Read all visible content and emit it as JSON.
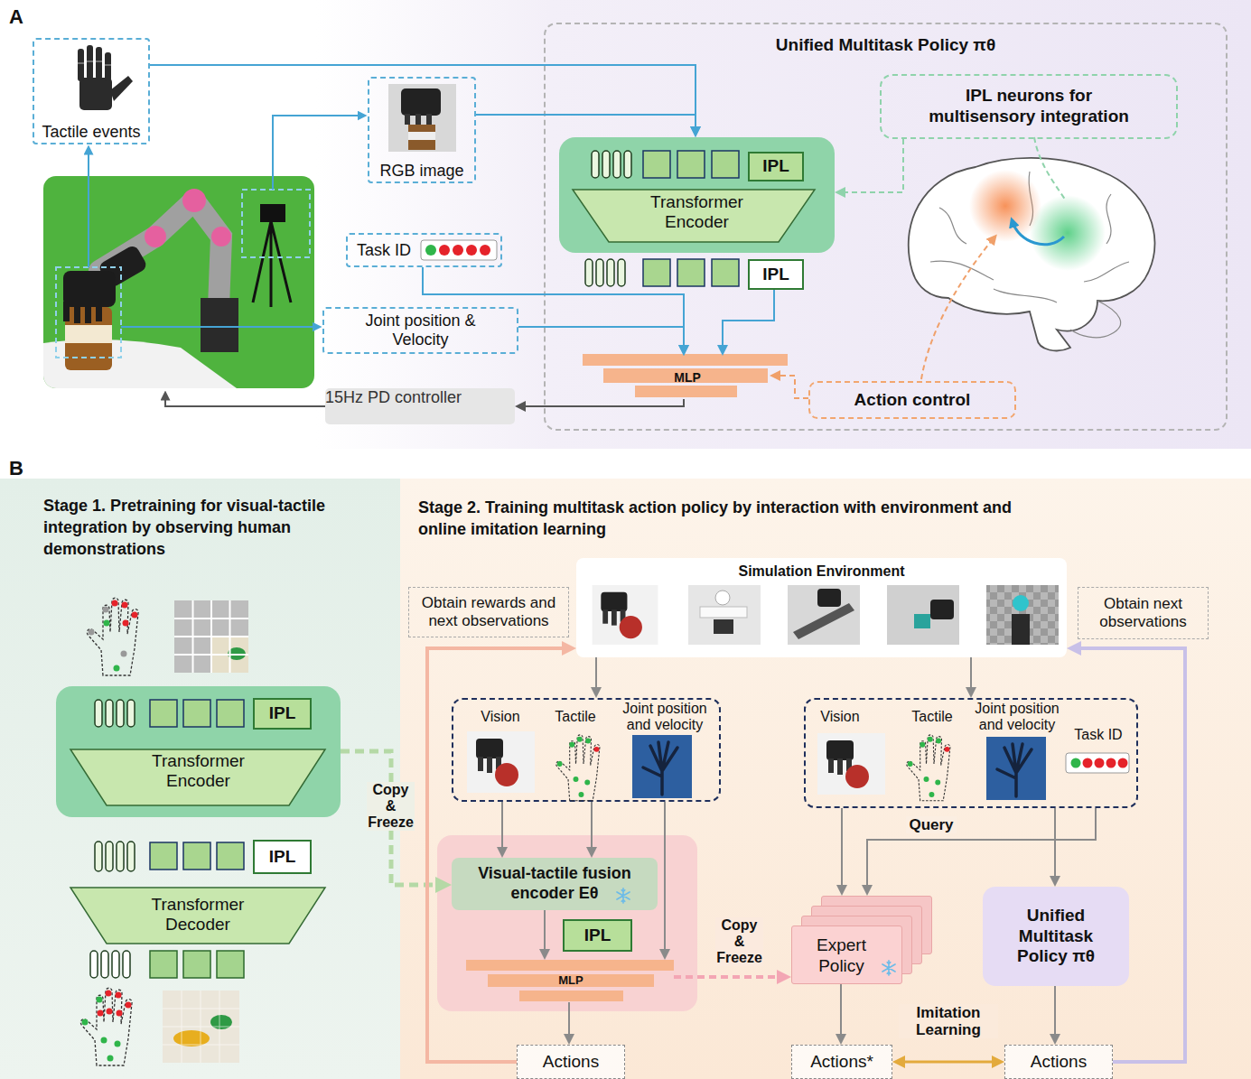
{
  "diagram": {
    "nodes": [
      {
        "text": [
          "Tactile events"
        ]
      },
      {
        "text": [
          "RGB image"
        ]
      },
      {
        "text": [
          "Task ID"
        ]
      },
      {
        "text": [
          "Joint position & Velocity"
        ]
      },
      {
        "text": [
          "15Hz PD controller"
        ]
      },
      {
        "text": [
          "Unified Multitask Policy πθ"
        ]
      },
      {
        "text": [
          "Transformer Encoder"
        ],
        "in": 5
      },
      {
        "text": [
          "IPL"
        ],
        "in": 6
      },
      {
        "text": [
          "IPL"
        ],
        "in": 5
      },
      {
        "text": [
          "MLP"
        ],
        "in": 5
      },
      {
        "text": [
          "IPL neurons for multisensory integration"
        ],
        "in": 5
      },
      {
        "text": [
          "Action control"
        ],
        "in": 5
      },
      {
        "text": [
          "Stage 1. Pretraining for visual-tactile integration by observing human demonstrations"
        ]
      },
      {
        "text": [
          "Transformer Encoder"
        ],
        "in": 12
      },
      {
        "text": [
          "IPL"
        ],
        "in": 13
      },
      {
        "text": [
          "IPL"
        ],
        "in": 12
      },
      {
        "text": [
          "Transformer Decoder"
        ],
        "in": 12
      },
      {
        "text": [
          "Stage 2. Training multitask action policy by interaction with environment and online imitation learning"
        ]
      },
      {
        "text": [
          "Simulation Environment"
        ],
        "in": 17
      },
      {
        "text": [
          "Obtain rewards and next observations"
        ],
        "in": 17
      },
      {
        "text": [
          "Obtain next observations"
        ],
        "in": 17
      },
      {
        "text": [
          "Vision",
          "Tactile",
          "Joint position and velocity"
        ],
        "in": 17
      },
      {
        "text": [
          "Vision",
          "Tactile",
          "Joint position and velocity",
          "Task ID"
        ],
        "in": 17
      },
      {
        "text": [
          "Visual-tactile fusion encoder Eθ"
        ],
        "in": 17
      },
      {
        "text": [
          "IPL"
        ],
        "in": 17
      },
      {
        "text": [
          "MLP"
        ],
        "in": 17
      },
      {
        "text": [
          "Actions"
        ],
        "in": 17
      },
      {
        "text": [
          "Expert Policy"
        ],
        "in": 17
      },
      {
        "text": [
          "Unified Multitask Policy πθ"
        ],
        "in": 17
      },
      {
        "text": [
          "Actions*"
        ],
        "in": 17
      },
      {
        "text": [
          "Actions"
        ],
        "in": 17
      }
    ],
    "edges": [
      {
        "from": 0,
        "to": 6,
        "arrow": "to"
      },
      {
        "from": 1,
        "to": 6,
        "arrow": "to"
      },
      {
        "from": 2,
        "to": 9,
        "arrow": "to"
      },
      {
        "from": 3,
        "to": 9,
        "arrow": "to"
      },
      {
        "from": 8,
        "to": 9,
        "arrow": "to"
      },
      {
        "from": 9,
        "to": 4,
        "arrow": "to"
      },
      {
        "from": 10,
        "to": 6,
        "arrow": "to"
      },
      {
        "from": 11,
        "to": 9,
        "arrow": "to"
      },
      {
        "from": 13,
        "to": 23,
        "label": "Copy & Freeze",
        "arrow": "to"
      },
      {
        "from": 18,
        "to": 21,
        "arrow": "to"
      },
      {
        "from": 18,
        "to": 22,
        "arrow": "to"
      },
      {
        "from": 21,
        "to": 23,
        "arrow": "to"
      },
      {
        "from": 21,
        "to": 23,
        "arrow": "to"
      },
      {
        "from": 21,
        "to": 25,
        "arrow": "to"
      },
      {
        "from": 23,
        "to": 25,
        "arrow": "to"
      },
      {
        "from": 25,
        "to": 26,
        "arrow": "to"
      },
      {
        "from": 26,
        "to": 18,
        "arrow": "to"
      },
      {
        "from": 25,
        "to": 27,
        "label": "Copy & Freeze",
        "arrow": "to"
      },
      {
        "from": 22,
        "to": 27,
        "arrow": "to"
      },
      {
        "from": 22,
        "to": 27,
        "label": "Query",
        "arrow": "to"
      },
      {
        "from": 22,
        "to": 28,
        "arrow": "to"
      },
      {
        "from": 27,
        "to": 29,
        "arrow": "to"
      },
      {
        "from": 28,
        "to": 30,
        "arrow": "to"
      },
      {
        "from": 29,
        "to": 30,
        "label": "Imitation Learning",
        "arrow": "both"
      },
      {
        "from": 30,
        "to": 18,
        "arrow": "to"
      }
    ],
    "labels": [
      "A",
      "B"
    ]
  }
}
